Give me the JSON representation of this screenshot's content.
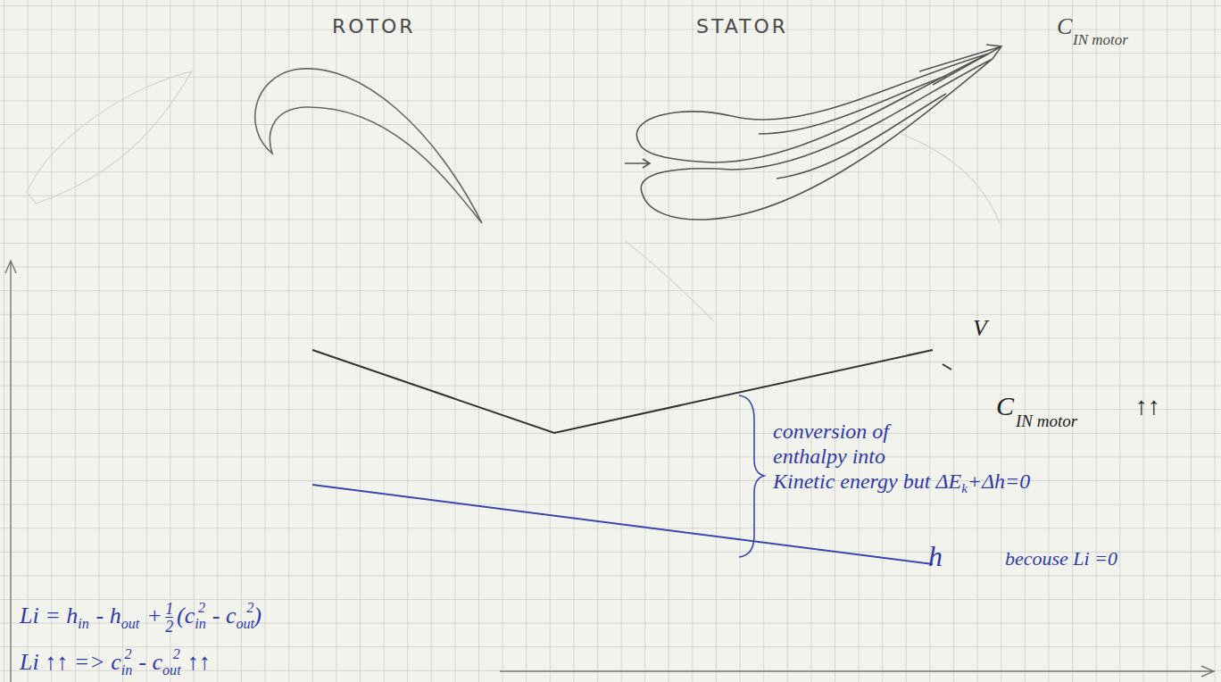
{
  "diagram": {
    "labels": [
      "ROTOR",
      "STATOR",
      "C",
      "IN motor",
      "V",
      "C",
      "IN motor",
      "↑↑",
      "conversion of",
      "enthalpy into",
      "Kinetic energy but ΔE",
      "k",
      "+Δh=0",
      "h",
      "becouse Li =0",
      "Li = h",
      "in",
      "- h",
      "out",
      "+",
      "1",
      "2",
      "(c",
      "in",
      "2",
      "- c",
      "out",
      "2",
      ")",
      "Li ↑↑ => c",
      "in",
      "2",
      "- c",
      "out",
      "2",
      "↑↑"
    ]
  }
}
